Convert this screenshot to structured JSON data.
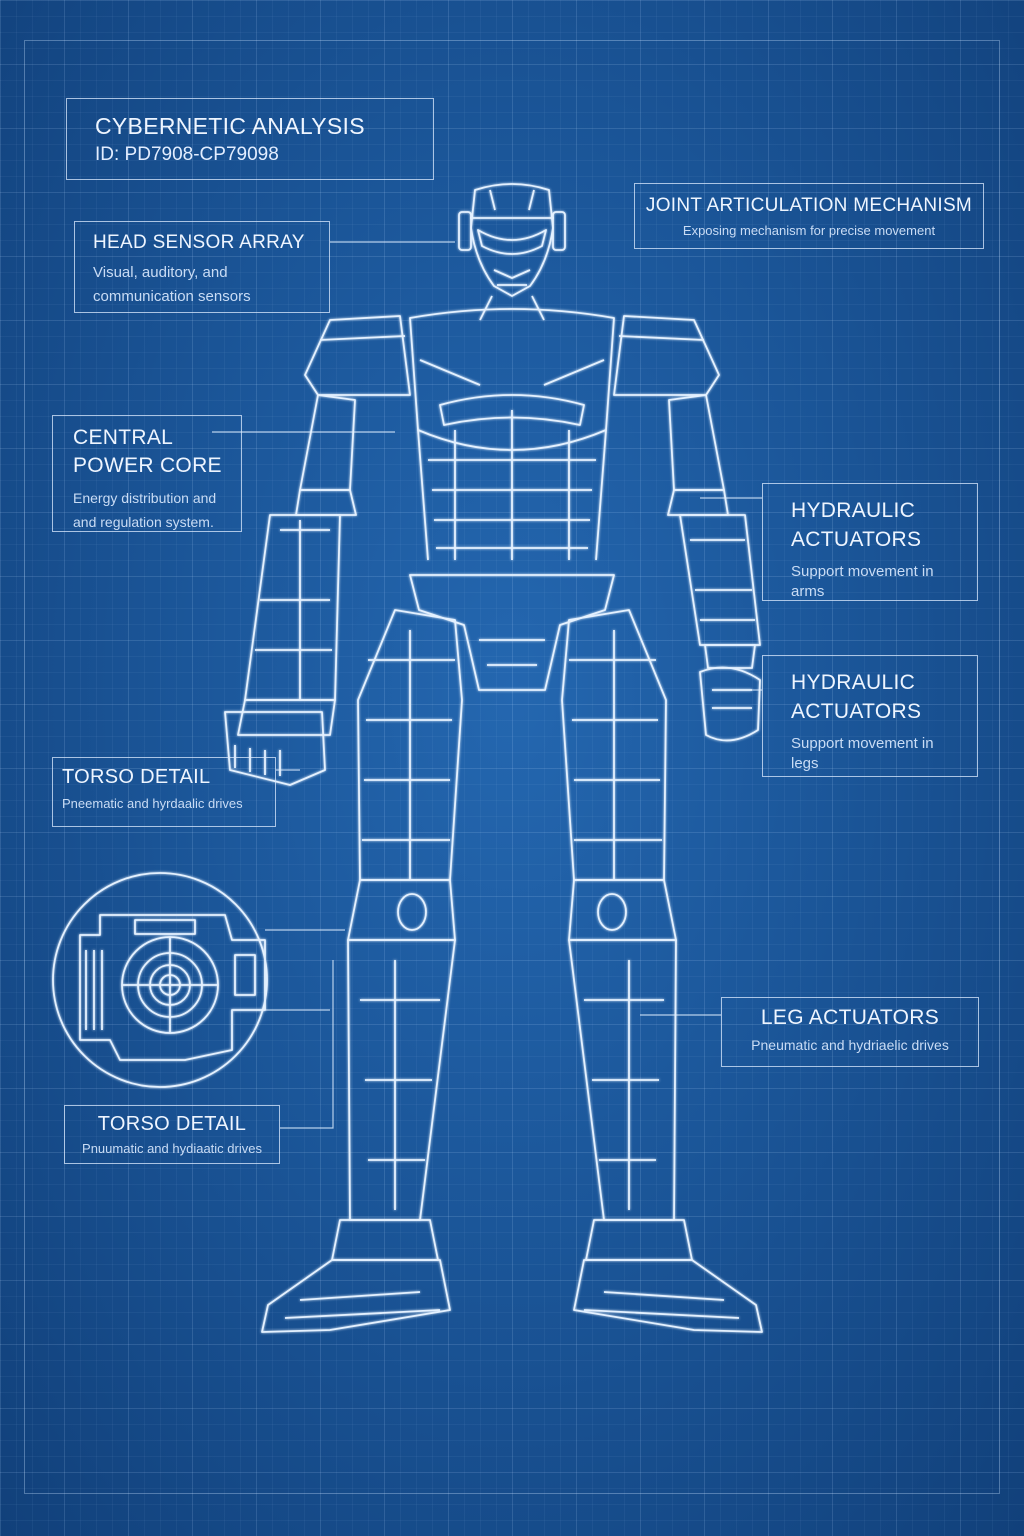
{
  "header": {
    "title": "CYBERNETIC ANALYSIS",
    "id_label": "ID: PD7908-CP79098"
  },
  "callouts": {
    "joint": {
      "title": "JOINT ARTICULATION MECHANISM",
      "desc": "Exposing mechanism for precise movement"
    },
    "head": {
      "title": "HEAD SENSOR ARRAY",
      "desc": "Visual, auditory, and communication sensors"
    },
    "core": {
      "title": "CENTRAL POWER CORE",
      "desc": "Energy distribution and and regulation system."
    },
    "hydraulic_arms": {
      "title": "HYDRAULIC ACTUATORS",
      "desc": "Support movement in arms"
    },
    "hydraulic_legs": {
      "title": "HYDRAULIC ACTUATORS",
      "desc": "Support movement in legs"
    },
    "torso_upper": {
      "title": "TORSO DETAIL",
      "desc": "Pneematic and hyrdaalic drives"
    },
    "leg": {
      "title": "LEG ACTUATORS",
      "desc": "Pneumatic and hydriaelic drives"
    },
    "torso_lower": {
      "title": "TORSO DETAIL",
      "desc": "Pnuumatic and hydiaatic drives"
    }
  },
  "theme": {
    "background": "#1b5699",
    "line": "#dfeeff"
  }
}
